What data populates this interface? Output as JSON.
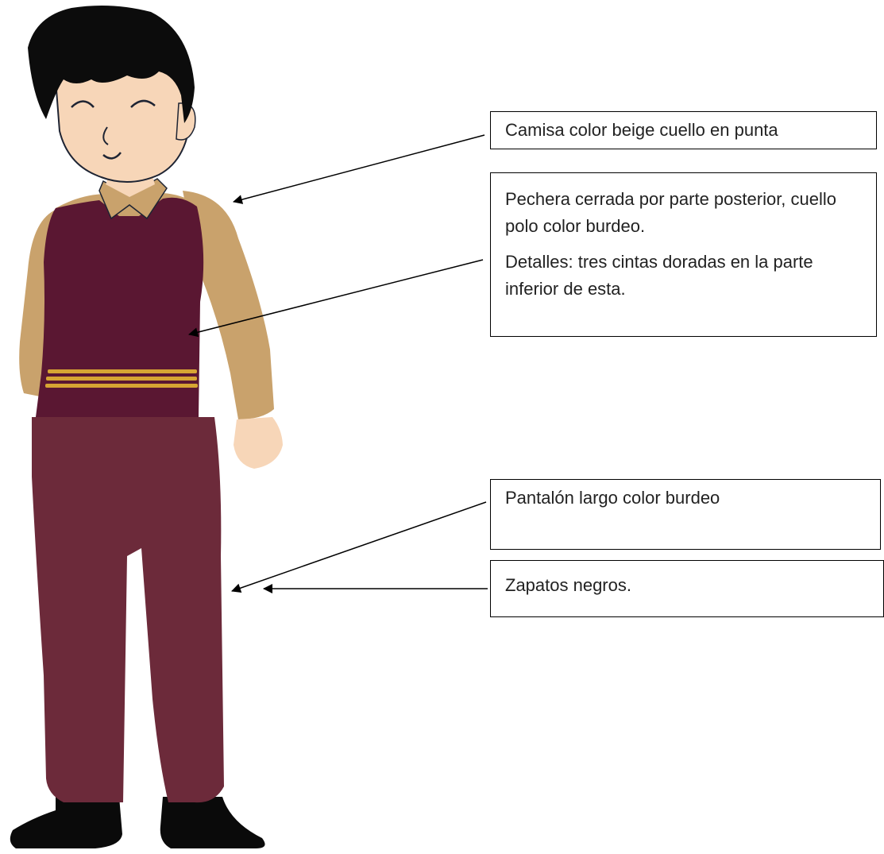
{
  "colors": {
    "hair": "#0c0c0c",
    "skin": "#f7d6b8",
    "shirt": "#c9a26c",
    "vest": "#5a1732",
    "vest_trim": "#d7a533",
    "pants": "#6c2a3a",
    "shoes": "#0a0a0a",
    "outline": "#1e2433"
  },
  "callouts": {
    "shirt": {
      "text": "Camisa color beige cuello en punta"
    },
    "vest": {
      "line1": "Pechera cerrada por parte posterior, cuello polo  color burdeo.",
      "line2": "Detalles: tres cintas doradas en la parte inferior de esta."
    },
    "pants": {
      "text": "Pantalón largo color burdeo"
    },
    "shoes": {
      "text": "Zapatos negros."
    }
  }
}
